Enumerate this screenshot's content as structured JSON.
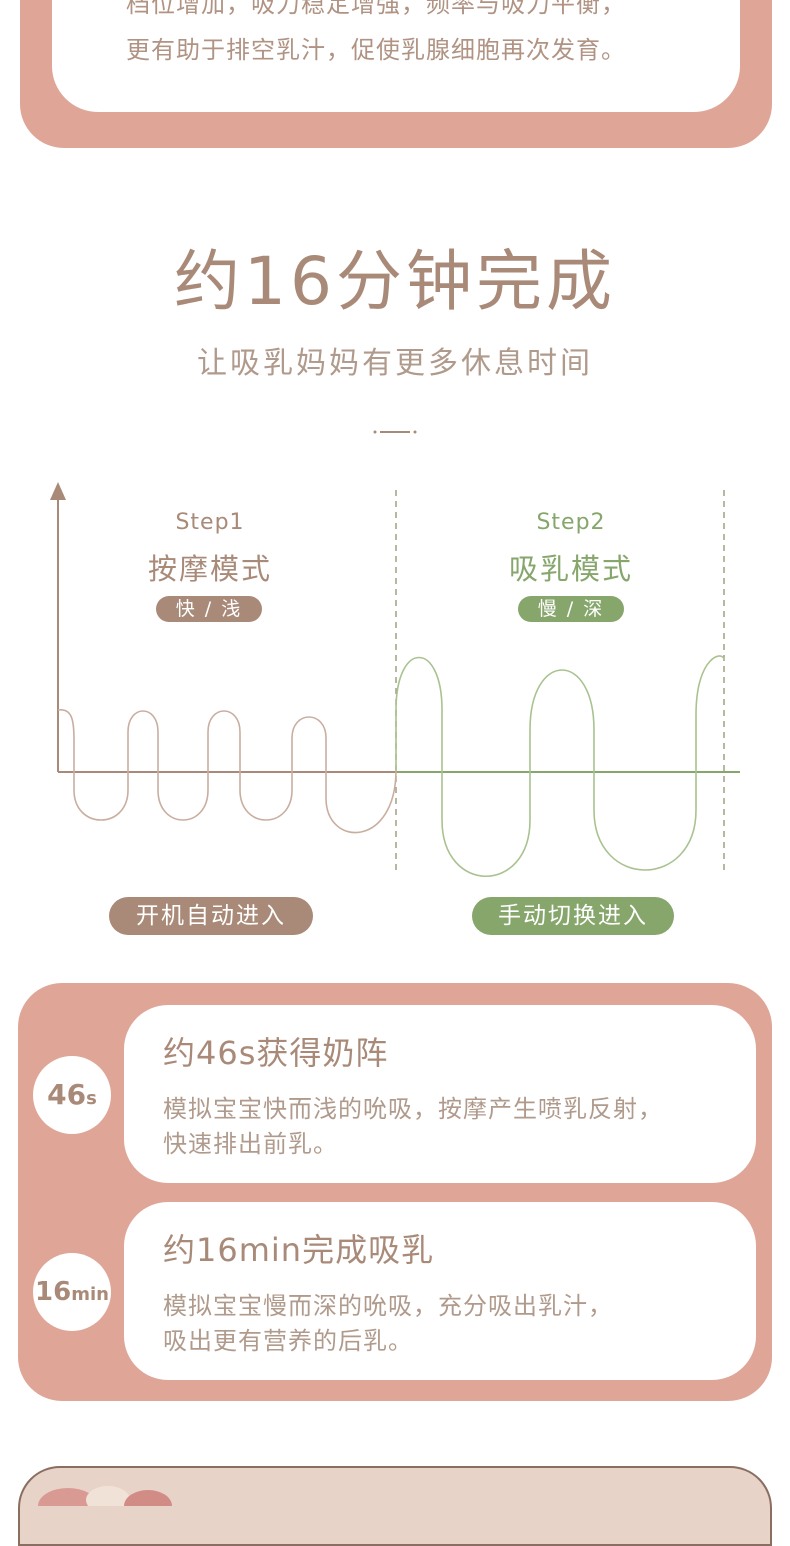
{
  "top_card": {
    "line1": "档位增加，吸力稳定增强，频率与吸力平衡，",
    "line2": "更有助于排空乳汁，促使乳腺细胞再次发育。"
  },
  "headline": {
    "title": "约16分钟完成",
    "subtitle": "让吸乳妈妈有更多休息时间"
  },
  "chart": {
    "step1": {
      "number": "Step1",
      "title": "按摩模式",
      "tag": "快 / 浅",
      "button": "开机自动进入"
    },
    "step2": {
      "number": "Step2",
      "title": "吸乳模式",
      "tag": "慢 / 深",
      "button": "手动切换进入"
    },
    "colors": {
      "step1": "#a98a78",
      "step2": "#86a66c"
    }
  },
  "info_cards": [
    {
      "badge_value": "46",
      "badge_unit": "s",
      "title": "约46s获得奶阵",
      "desc_line1": "模拟宝宝快而浅的吮吸，按摩产生喷乳反射，",
      "desc_line2": "快速排出前乳。"
    },
    {
      "badge_value": "16",
      "badge_unit": "min",
      "title": "约16min完成吸乳",
      "desc_line1": "模拟宝宝慢而深的吮吸，充分吸出乳汁，",
      "desc_line2": "吸出更有营养的后乳。"
    }
  ],
  "colors": {
    "pink": "#dfa597",
    "brown": "#a98a78",
    "green": "#86a66c"
  }
}
